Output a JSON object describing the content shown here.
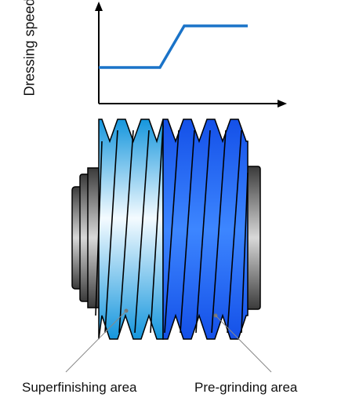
{
  "graph": {
    "ylabel": "Dressing speed",
    "line_color": "#1a73c8"
  },
  "labels": {
    "superfinishing": "Superfinishing area",
    "pregrinding": "Pre-grinding area"
  },
  "colors": {
    "superfinishing_fill": "#29a9e6",
    "pregrinding_fill": "#1e5ef0",
    "outline": "#000000",
    "leader": "#888888"
  }
}
